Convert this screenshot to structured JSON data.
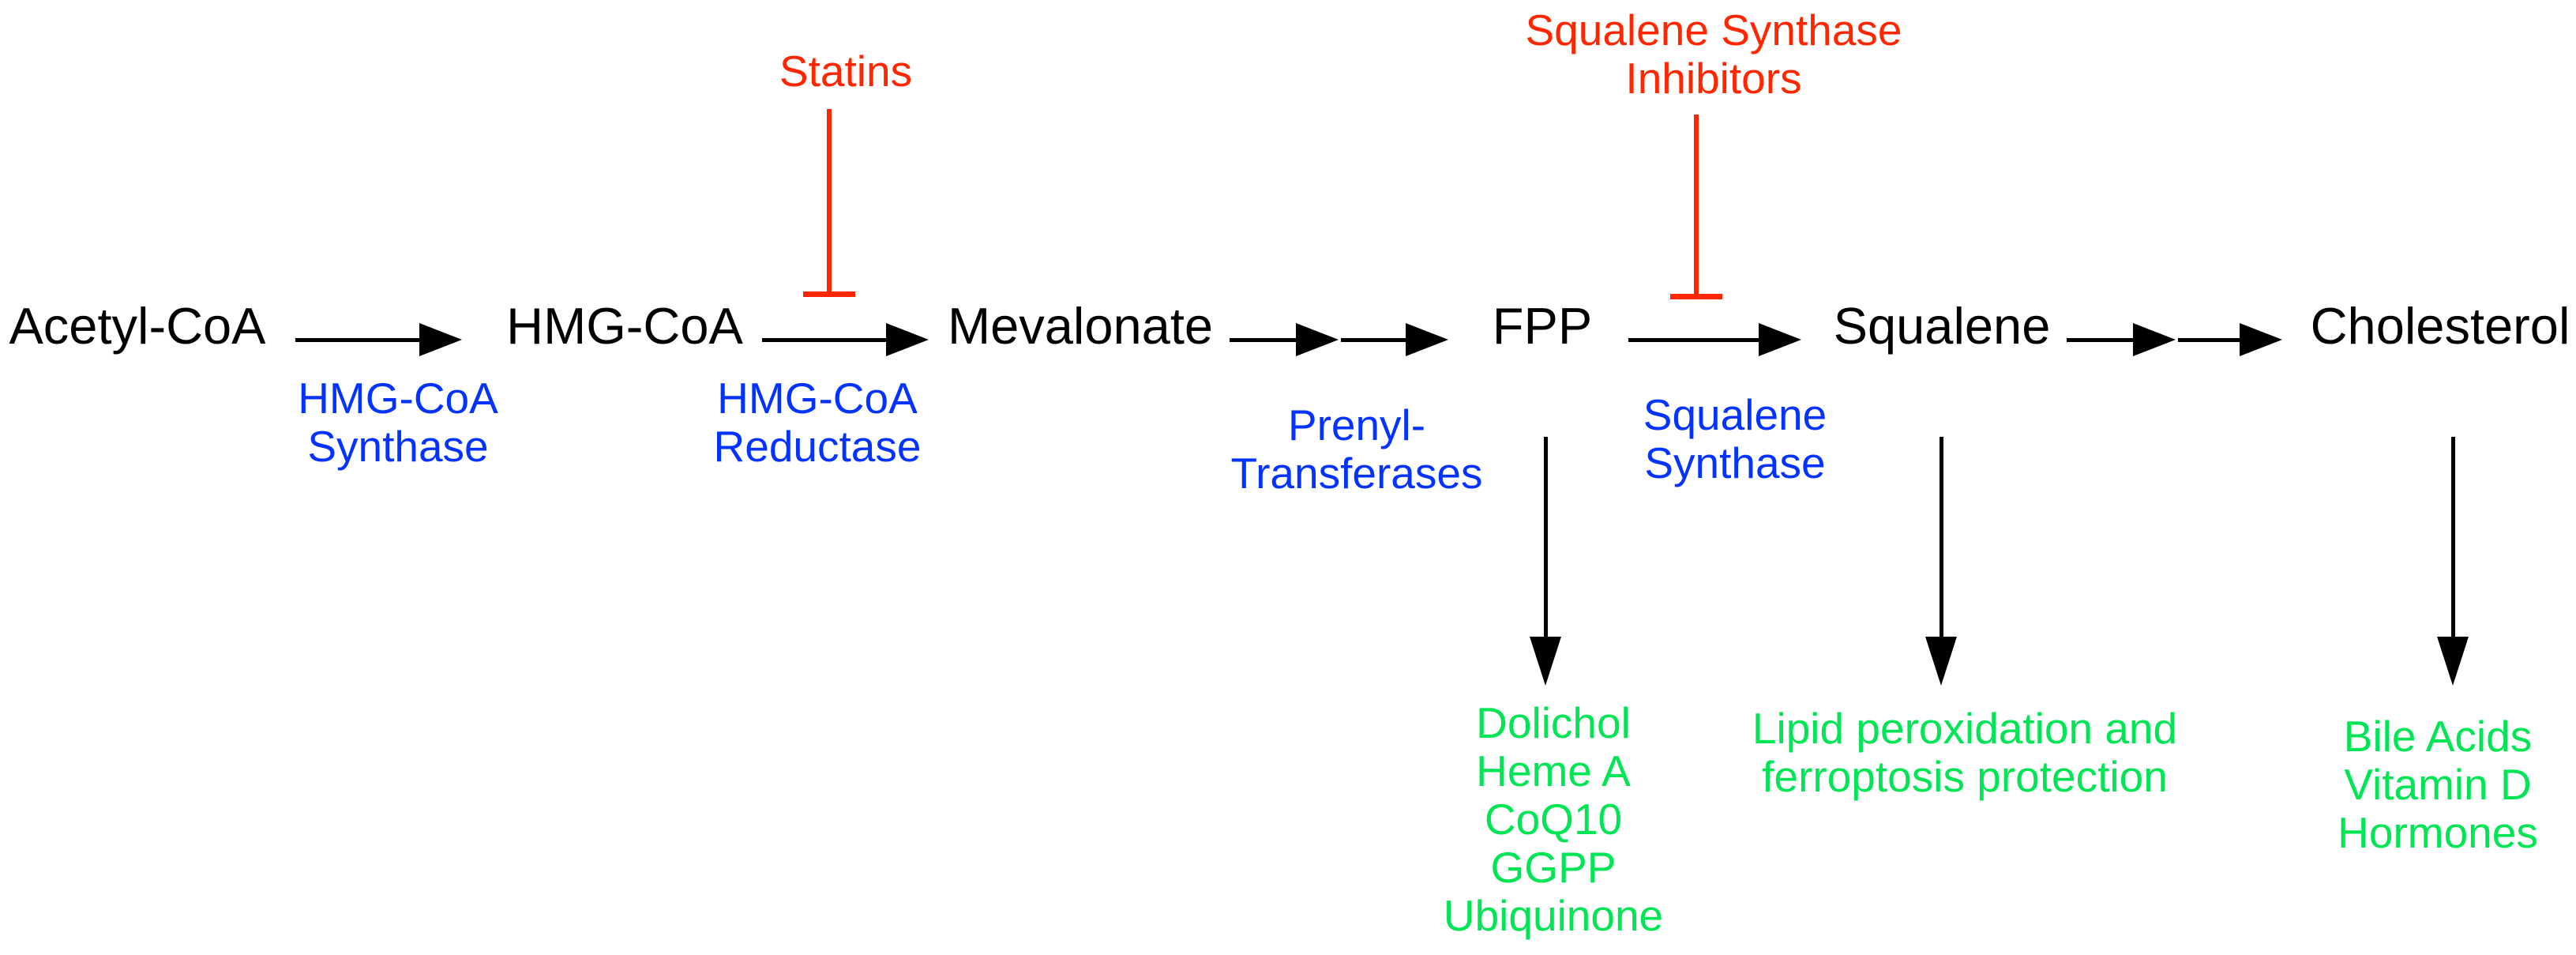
{
  "colors": {
    "background": "#ffffff",
    "metabolite_text": "#000000",
    "enzyme_text": "#0433ff",
    "inhibitor_text": "#ff2600",
    "product_text": "#00e554",
    "arrow": "#000000"
  },
  "pathway": {
    "metabolites": [
      {
        "label": "Acetyl-CoA"
      },
      {
        "label": "HMG-CoA"
      },
      {
        "label": "Mevalonate"
      },
      {
        "label": "FPP"
      },
      {
        "label": "Squalene"
      },
      {
        "label": "Cholesterol"
      }
    ],
    "enzymes": [
      {
        "lines": [
          "HMG-CoA",
          "Synthase"
        ]
      },
      {
        "lines": [
          "HMG-CoA",
          "Reductase"
        ]
      },
      {
        "lines": [
          "Prenyl-",
          "Transferases"
        ]
      },
      {
        "lines": [
          "Squalene",
          "Synthase"
        ]
      }
    ],
    "inhibitors": [
      {
        "lines": [
          "Statins"
        ]
      },
      {
        "lines": [
          "Squalene Synthase",
          "Inhibitors"
        ]
      }
    ],
    "products": [
      {
        "lines": [
          "Dolichol",
          "Heme A",
          "CoQ10",
          "GGPP",
          "Ubiquinone"
        ]
      },
      {
        "lines": [
          "Lipid peroxidation and",
          "ferroptosis protection"
        ]
      },
      {
        "lines": [
          "Bile Acids",
          "Vitamin D",
          "Hormones"
        ]
      }
    ]
  }
}
